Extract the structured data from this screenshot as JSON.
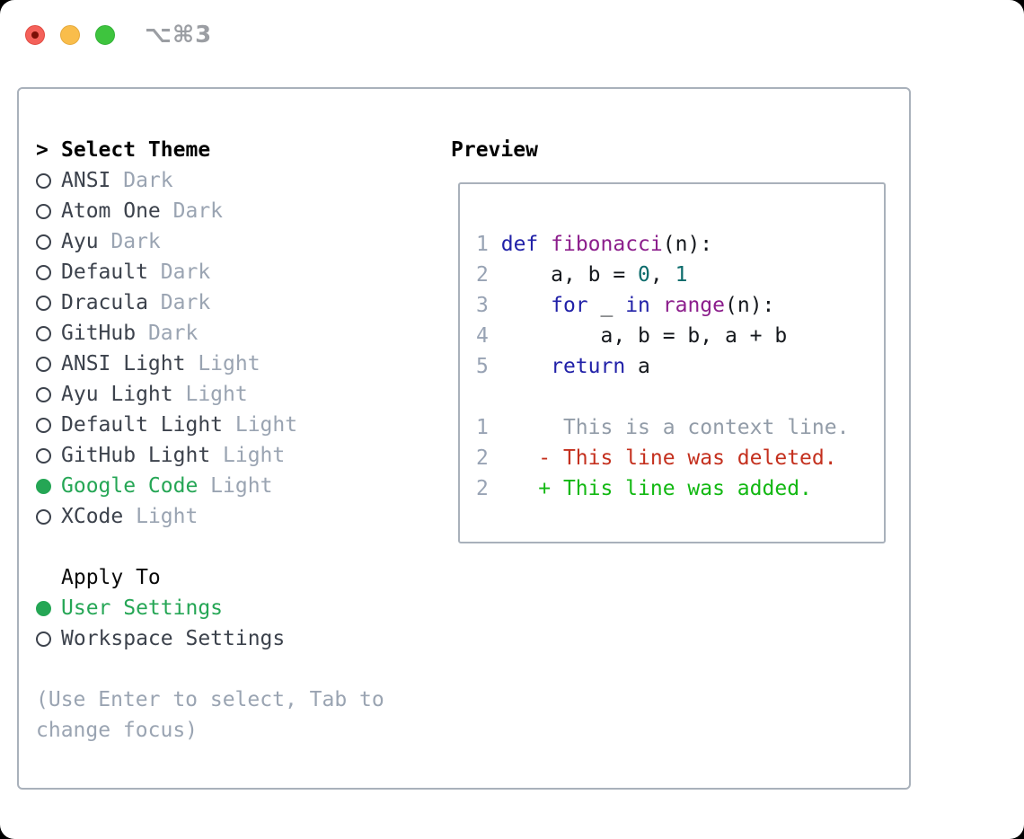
{
  "window": {
    "title": "⌥⌘3",
    "traffic_lights": [
      "close",
      "minimize",
      "zoom"
    ]
  },
  "theme_panel": {
    "header": {
      "prefix": ">",
      "label": "Select Theme"
    },
    "items": [
      {
        "name": "ANSI",
        "variant": "Dark",
        "selected": false
      },
      {
        "name": "Atom One",
        "variant": "Dark",
        "selected": false
      },
      {
        "name": "Ayu",
        "variant": "Dark",
        "selected": false
      },
      {
        "name": "Default",
        "variant": "Dark",
        "selected": false
      },
      {
        "name": "Dracula",
        "variant": "Dark",
        "selected": false
      },
      {
        "name": "GitHub",
        "variant": "Dark",
        "selected": false
      },
      {
        "name": "ANSI Light",
        "variant": "Light",
        "selected": false
      },
      {
        "name": "Ayu Light",
        "variant": "Light",
        "selected": false
      },
      {
        "name": "Default Light",
        "variant": "Light",
        "selected": false
      },
      {
        "name": "GitHub Light",
        "variant": "Light",
        "selected": false
      },
      {
        "name": "Google Code",
        "variant": "Light",
        "selected": true
      },
      {
        "name": "XCode",
        "variant": "Light",
        "selected": false
      }
    ],
    "apply_to": {
      "label": "Apply To",
      "options": [
        {
          "name": "User Settings",
          "selected": true
        },
        {
          "name": "Workspace Settings",
          "selected": false
        }
      ]
    },
    "hint": "(Use Enter to select, Tab to change focus)"
  },
  "preview": {
    "label": "Preview",
    "lines": [
      {
        "num": "1",
        "tokens": [
          {
            "c": "pl",
            "t": " "
          },
          {
            "c": "kw",
            "t": "def"
          },
          {
            "c": "pl",
            "t": " "
          },
          {
            "c": "fn",
            "t": "fibonacci"
          },
          {
            "c": "pl",
            "t": "(n):"
          }
        ]
      },
      {
        "num": "2",
        "tokens": [
          {
            "c": "pl",
            "t": "     a, b = "
          },
          {
            "c": "lit",
            "t": "0"
          },
          {
            "c": "pl",
            "t": ", "
          },
          {
            "c": "lit",
            "t": "1"
          }
        ]
      },
      {
        "num": "3",
        "tokens": [
          {
            "c": "pl",
            "t": "     "
          },
          {
            "c": "kw",
            "t": "for"
          },
          {
            "c": "pl",
            "t": " _ "
          },
          {
            "c": "kw",
            "t": "in"
          },
          {
            "c": "pl",
            "t": " "
          },
          {
            "c": "fn",
            "t": "range"
          },
          {
            "c": "pl",
            "t": "(n):"
          }
        ]
      },
      {
        "num": "4",
        "tokens": [
          {
            "c": "pl",
            "t": "         a, b = b, a + b"
          }
        ]
      },
      {
        "num": "5",
        "tokens": [
          {
            "c": "pl",
            "t": "     "
          },
          {
            "c": "kw",
            "t": "return"
          },
          {
            "c": "pl",
            "t": " a"
          }
        ]
      },
      {
        "num": "",
        "tokens": []
      },
      {
        "num": "1",
        "tokens": [
          {
            "c": "ctx",
            "t": "      This is a context line."
          }
        ]
      },
      {
        "num": "2",
        "tokens": [
          {
            "c": "del",
            "t": "    - This line was deleted."
          }
        ]
      },
      {
        "num": "2",
        "tokens": [
          {
            "c": "add",
            "t": "    + This line was added."
          }
        ]
      }
    ]
  },
  "colors": {
    "selection_green": "#25a655",
    "diff_added_green": "#12b812",
    "diff_deleted_red": "#c4301e",
    "keyword_blue": "#2121a8",
    "function_purple": "#8c1e8c",
    "literal_teal": "#0b6b6b",
    "muted_gray": "#9aa4b2",
    "line_number_gray": "#98a3b4",
    "border_gray": "#a9b1bb",
    "traffic_red": "#f4615a",
    "traffic_yellow": "#f9bd4b",
    "traffic_green": "#3ec43e"
  }
}
